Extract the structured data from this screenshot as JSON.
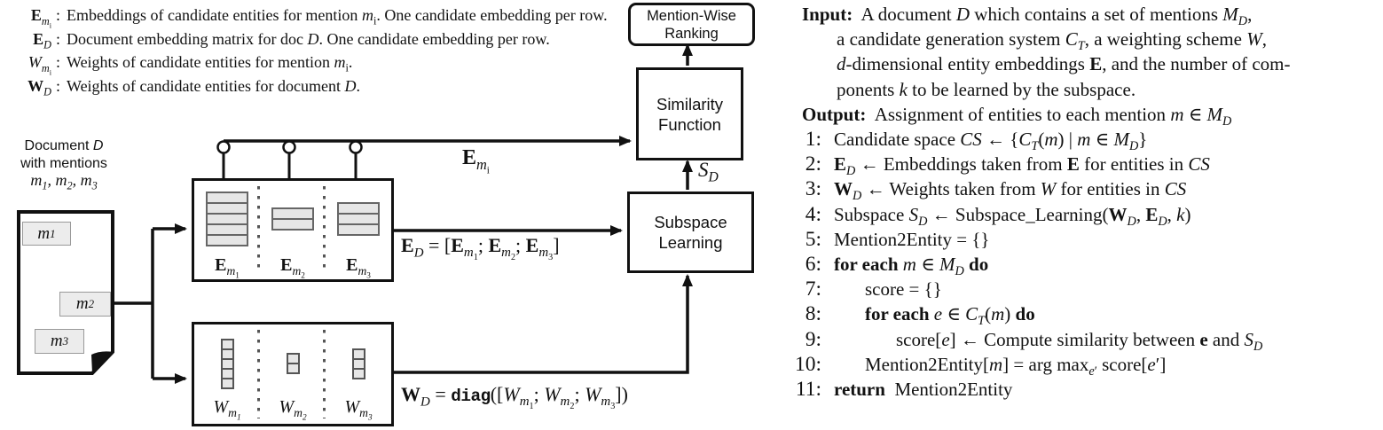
{
  "colors": {
    "ink": "#111111",
    "box_fill": "#ffffff",
    "matrix_fill": "#e6e6e6",
    "matrix_border": "#666666",
    "mention_fill": "#ececec",
    "background": "#ffffff"
  },
  "icons": {
    "connector_node": "small-open-circle",
    "embedding_matrix": "stacked-horizontal-rows",
    "weight_vector": "stacked-vertical-cells",
    "document_shape": "page-with-folded-corner",
    "arrowhead": "black-triangle"
  },
  "legend": {
    "rows": [
      {
        "sym": "<b>E</b><sub><i>m</i><sub>i</sub></sub>",
        "sep": ":",
        "text": "Embeddings of candidate entities for mention <i>m</i><sub>i</sub>. One candidate embedding per row."
      },
      {
        "sym": "<b>E</b><sub><i>D</i></sub>",
        "sep": ":",
        "text": "Document embedding matrix for doc <i>D</i>. One candidate embedding per row."
      },
      {
        "sym": "<i class='cal'>W</i><sub><i>m</i><sub>i</sub></sub>",
        "sep": ":",
        "text": "Weights of candidate entities for mention <i>m</i><sub>i</sub>."
      },
      {
        "sym": "<b>W</b><sub><i>D</i></sub>",
        "sep": ":",
        "text": "Weights of candidate entities for document <i>D</i>."
      }
    ]
  },
  "diagram": {
    "doc_label": "Document <i>D</i><br>with mentions<br><span class='mathline'><i>m</i><sub>1</sub>, <i>m</i><sub>2</sub>, <i>m</i><sub>3</sub></span>",
    "mentions": [
      "<i>m</i><sub>1</sub>",
      "<i>m</i><sub>2</sub>",
      "<i>m</i><sub>3</sub>"
    ],
    "e_box": {
      "labels": [
        "<b>E</b><sub><i>m</i><sub>1</sub></sub>",
        "<b>E</b><sub><i>m</i><sub>2</sub></sub>",
        "<b>E</b><sub><i>m</i><sub>3</sub></sub>"
      ],
      "matrix_rows": [
        5,
        2,
        3
      ]
    },
    "w_box": {
      "labels": [
        "<i class='cal'>W</i><sub><i>m</i><sub>1</sub></sub>",
        "<i class='cal'>W</i><sub><i>m</i><sub>2</sub></sub>",
        "<i class='cal'>W</i><sub><i>m</i><sub>3</sub></sub>"
      ],
      "vector_cells": [
        5,
        2,
        3
      ]
    },
    "nodes": {
      "ranking": "Mention-Wise<br>Ranking",
      "similarity": "Similarity<br>Function",
      "subspace": "Subspace<br>Learning"
    },
    "edge_labels": {
      "emi": "<b>E</b><sub><i>m</i><sub>i</sub></sub>",
      "sd": "<i class='cal'>S</i><sub><i>D</i></sub>",
      "ed_formula": "<b>E</b><sub><i>D</i></sub> = [<b>E</b><sub><i>m</i><sub>1</sub></sub>; <b>E</b><sub><i>m</i><sub>2</sub></sub>; <b>E</b><sub><i>m</i><sub>3</sub></sub>]",
      "wd_formula": "<b>W</b><sub><i>D</i></sub> = <span class='tt'>diag</span>([<i class='cal'>W</i><sub><i>m</i><sub>1</sub></sub>; <i class='cal'>W</i><sub><i>m</i><sub>2</sub></sub>; <i class='cal'>W</i><sub><i>m</i><sub>3</sub></sub>])"
    }
  },
  "algorithm": {
    "input_lines": [
      "<b>Input:</b>&nbsp; A document <i>D</i> which contains a set of mentions <i class='cal'>M</i><sub><i>D</i></sub>,",
      "a candidate generation system <i class='cal'>C</i><sub><i>T</i></sub>, a weighting scheme <i class='cal'>W</i>,",
      "<i>d</i>-dimensional entity embeddings <b>E</b>, and the number of com-",
      "ponents <i>k</i> to be learned by the subspace."
    ],
    "output_line": "<b>Output:</b>&nbsp; Assignment of entities to each mention <i>m</i> ∈ <i class='cal'>M</i><sub><i>D</i></sub>",
    "steps": [
      {
        "num": "1:",
        "text": "Candidate space <i>CS</i> ← {<i class='cal'>C</i><sub><i>T</i></sub>(<i>m</i>) | <i>m</i> ∈ <i class='cal'>M</i><sub><i>D</i></sub>}"
      },
      {
        "num": "2:",
        "text": "<b>E</b><sub><i>D</i></sub> ← Embeddings taken from <b>E</b> for entities in <i>CS</i>"
      },
      {
        "num": "3:",
        "text": "<b>W</b><sub><i>D</i></sub> ← Weights taken from <i class='cal'>W</i> for entities in <i>CS</i>"
      },
      {
        "num": "4:",
        "text": "Subspace <i class='cal'>S</i><sub><i>D</i></sub> ← Subspace_Learning(<b>W</b><sub><i>D</i></sub>, <b>E</b><sub><i>D</i></sub>, <i>k</i>)"
      },
      {
        "num": "5:",
        "text": "Mention2Entity = {}"
      },
      {
        "num": "6:",
        "text": "<b>for each</b> <i>m</i> ∈ <i class='cal'>M</i><sub><i>D</i></sub> <b>do</b>"
      },
      {
        "num": "7:",
        "text": "score = {}"
      },
      {
        "num": "8:",
        "text": "<b>for each</b> <i>e</i> ∈ <i class='cal'>C</i><sub><i>T</i></sub>(<i>m</i>) <b>do</b>"
      },
      {
        "num": "9:",
        "text": "score[<i>e</i>] ← Compute similarity between <b>e</b> and <i class='cal'>S</i><sub><i>D</i></sub>"
      },
      {
        "num": "10:",
        "text": "Mention2Entity[<i>m</i>] = arg max<sub><i>e</i>′</sub> score[<i>e</i>′]"
      },
      {
        "num": "11:",
        "text": "<b>return</b>&nbsp; Mention2Entity"
      }
    ]
  }
}
